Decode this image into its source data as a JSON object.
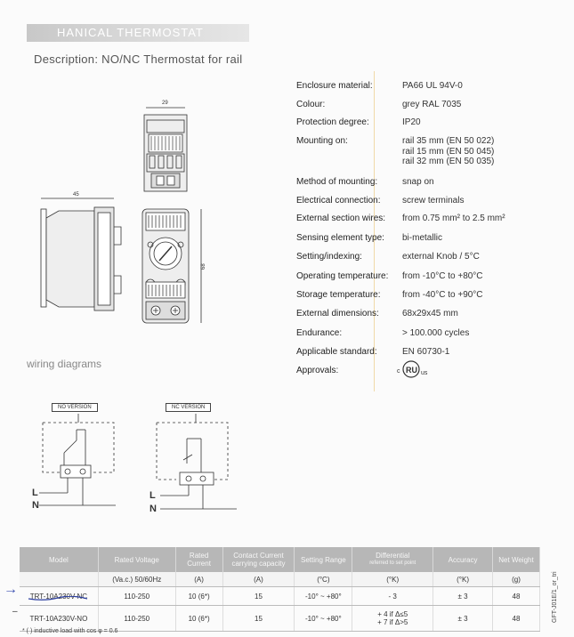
{
  "header": {
    "title": "HANICAL THERMOSTAT",
    "description": "Description: NO/NC Thermostat for rail"
  },
  "drawing": {
    "dim_top": "29",
    "dim_side": "45",
    "dim_height": "68"
  },
  "specs": [
    {
      "label": "Enclosure material:",
      "value": "PA66 UL 94V-0"
    },
    {
      "label": "Colour:",
      "value": "grey RAL 7035"
    },
    {
      "label": "Protection degree:",
      "value": "IP20"
    },
    {
      "label": "Mounting on:",
      "value": "rail 35 mm (EN 50 022)",
      "value2": "rail 15 mm (EN 50 045)",
      "value3": "rail 32 mm (EN 50 035)"
    },
    {
      "label": "Method of mounting:",
      "value": "snap on"
    },
    {
      "label": "Electrical connection:",
      "value": "screw terminals"
    },
    {
      "label": "External section wires:",
      "value": "from 0.75 mm² to 2.5 mm²"
    },
    {
      "label": "Sensing element type:",
      "value": "bi-metallic"
    },
    {
      "label": "Setting/indexing:",
      "value": "external Knob / 5°C"
    },
    {
      "label": "Operating temperature:",
      "value": "from -10°C to +80°C"
    },
    {
      "label": "Storage temperature:",
      "value": "from -40°C to +90°C"
    },
    {
      "label": "External dimensions:",
      "value": "68x29x45 mm"
    },
    {
      "label": "Endurance:",
      "value": "> 100.000 cycles"
    },
    {
      "label": "Applicable standard:",
      "value": "EN 60730-1"
    },
    {
      "label": "Approvals:",
      "value": ""
    }
  ],
  "approval_mark": {
    "c": "c",
    "ru": "RU",
    "us": "us"
  },
  "wiring": {
    "title": "wiring diagrams",
    "no_label": "NO VERSION",
    "nc_label": "NC VERSION",
    "line": "L",
    "neutral": "N"
  },
  "table": {
    "headers": [
      "Model",
      "Rated Voltage",
      "Rated Current",
      "Contact Current carrying capacity",
      "Setting Range",
      "Differential",
      "Accuracy",
      "Net Weight"
    ],
    "differential_sub": "referred to set point",
    "units": [
      "",
      "(Va.c.) 50/60Hz",
      "(A)",
      "(A)",
      "(°C)",
      "(°K)",
      "(°K)",
      "(g)"
    ],
    "rows": [
      [
        "TRT-10A230V-NC",
        "110-250",
        "10 (6*)",
        "15",
        "-10° ~ +80°",
        "- 3",
        "± 3",
        "48"
      ],
      [
        "TRT-10A230V-NO",
        "110-250",
        "10 (6*)",
        "15",
        "-10° ~ +80°",
        "+ 4 if Δ≤5",
        "± 3",
        "48"
      ]
    ],
    "row2_diff_line2": "+ 7 if Δ>5"
  },
  "footnote": "* ( ) inductive load with cos φ = 0.6",
  "side_code": "GFT-J01E/1_or_tri",
  "colors": {
    "title_bar": "#c8c8c8",
    "table_header": "#b7b7b7",
    "arrow": "#3b4fb0"
  }
}
